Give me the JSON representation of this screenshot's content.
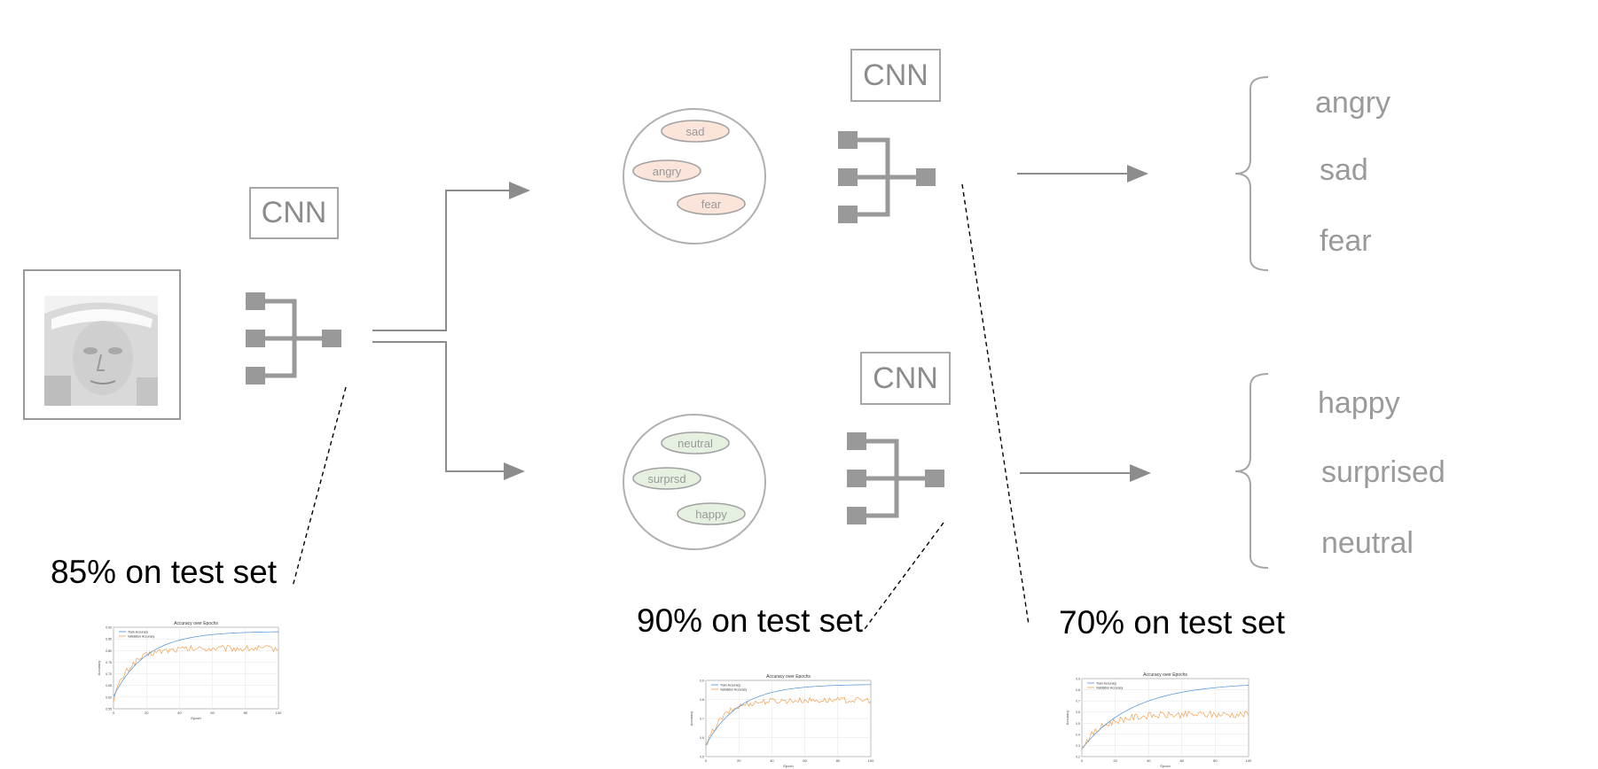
{
  "stage1": {
    "cnn_label": "CNN",
    "accuracy_text": "85% on test set"
  },
  "stage2_negative": {
    "cnn_label": "CNN",
    "emotions": [
      "sad",
      "angry",
      "fear"
    ],
    "accuracy_text": "70% on test set"
  },
  "stage2_positive": {
    "cnn_label": "CNN",
    "emotions": [
      "neutral",
      "surprsd",
      "happy"
    ],
    "accuracy_text": "90% on test set"
  },
  "outputs_negative": [
    "angry",
    "sad",
    "fear"
  ],
  "outputs_positive": [
    "happy",
    "surprised",
    "neutral"
  ],
  "plots": [
    {
      "title": "Accuracy over Epochs",
      "legend": [
        "Train Accuracy",
        "Validation Accuracy"
      ],
      "xlabel": "Epoch",
      "ylabel": "Accuracy",
      "xticks": [
        "0",
        "20",
        "40",
        "60",
        "80",
        "100"
      ],
      "yticks": [
        "0.90",
        "0.85",
        "0.80",
        "0.75",
        "0.70",
        "0.65",
        "0.60",
        "0.55"
      ]
    },
    {
      "title": "Accuracy over Epochs",
      "legend": [
        "Train Accuracy",
        "Validation Accuracy"
      ],
      "xlabel": "Epoch",
      "ylabel": "Accuracy",
      "xticks": [
        "0",
        "20",
        "40",
        "60",
        "80",
        "100"
      ],
      "yticks": [
        "0.9",
        "0.8",
        "0.7",
        "0.6",
        "0.5"
      ]
    },
    {
      "title": "Accuracy over Epochs",
      "legend": [
        "Train Accuracy",
        "Validation Accuracy"
      ],
      "xlabel": "Epoch",
      "ylabel": "Accuracy",
      "xticks": [
        "0",
        "20",
        "40",
        "60",
        "80",
        "100"
      ],
      "yticks": [
        "0.9",
        "0.8",
        "0.7",
        "0.6",
        "0.5",
        "0.4",
        "0.3",
        "0.2"
      ]
    }
  ],
  "colors": {
    "train": "#4a90d9",
    "validation": "#f0a050",
    "neg_ellipse": "#fbe4da",
    "pos_ellipse": "#e6f0e0",
    "gray": "#a6a6a6"
  }
}
